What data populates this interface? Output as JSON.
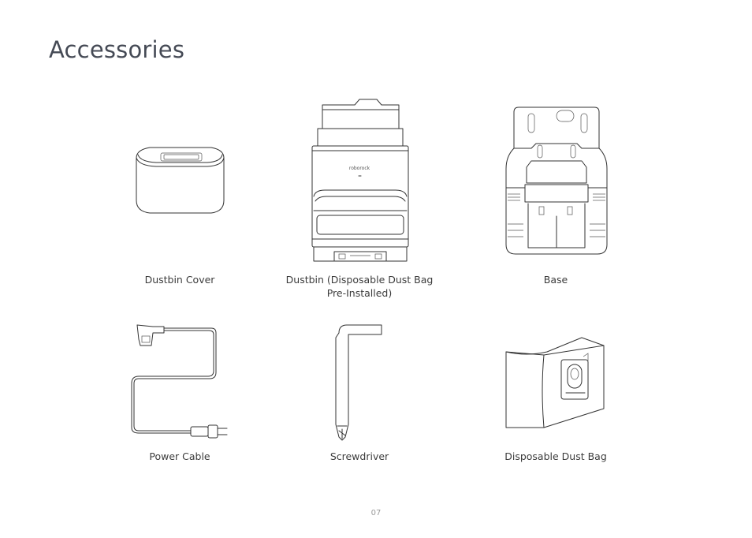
{
  "page": {
    "title": "Accessories",
    "page_number": "07"
  },
  "brand": {
    "logo_text": "roborock"
  },
  "items": [
    {
      "label": "Dustbin Cover",
      "icon": "dustbin-cover-icon"
    },
    {
      "label": "Dustbin (Disposable Dust Bag Pre-Installed)",
      "icon": "dustbin-icon"
    },
    {
      "label": "Base",
      "icon": "base-icon"
    },
    {
      "label": "Power Cable",
      "icon": "power-cable-icon"
    },
    {
      "label": "Screwdriver",
      "icon": "screwdriver-icon"
    },
    {
      "label": "Disposable Dust Bag",
      "icon": "dust-bag-icon"
    }
  ]
}
